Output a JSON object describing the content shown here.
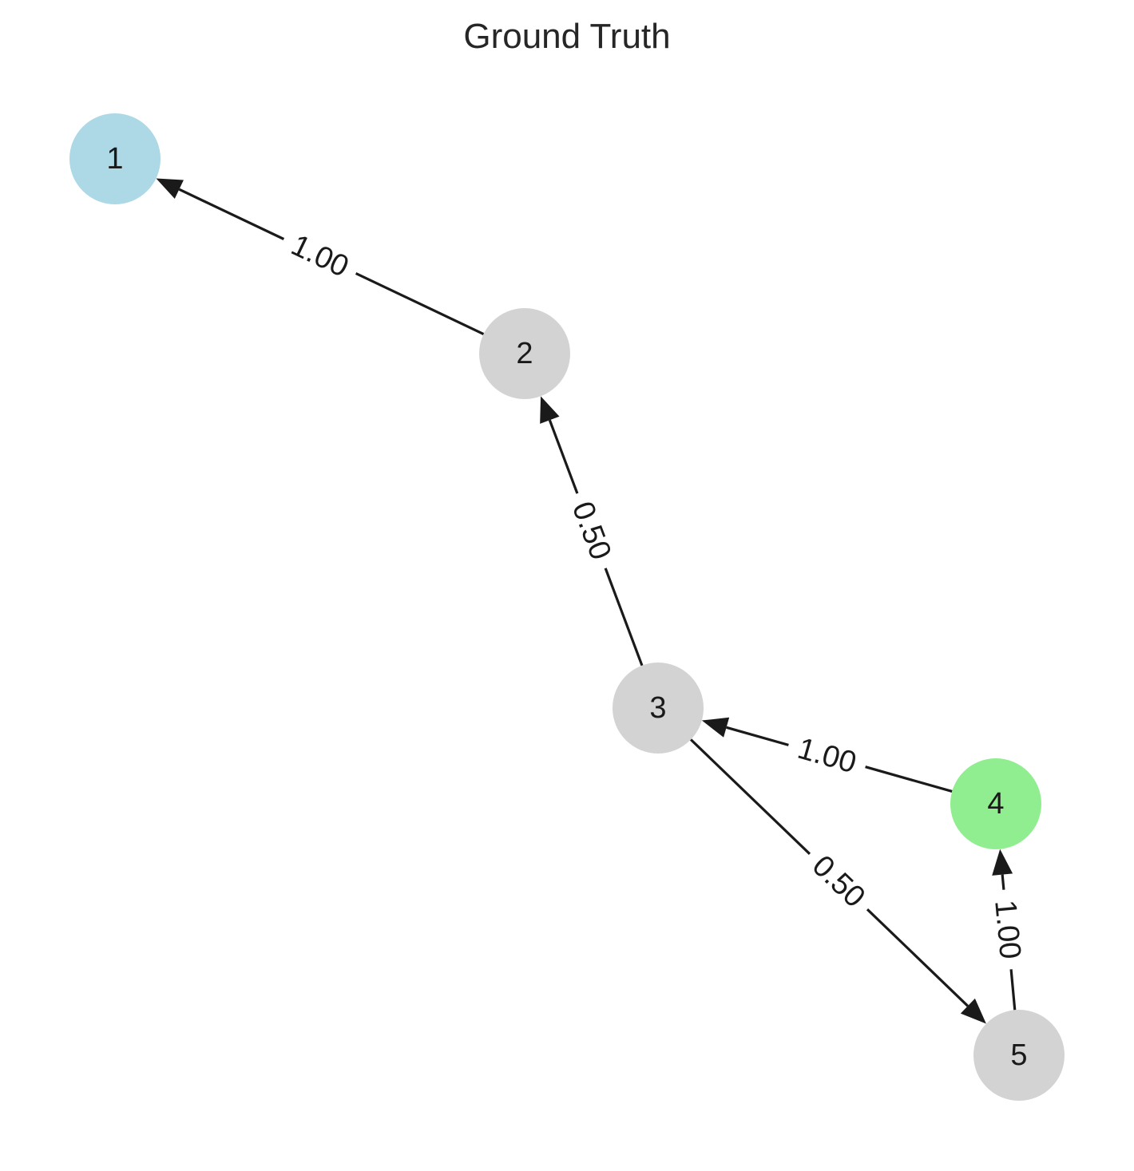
{
  "title": "Ground Truth",
  "nodes": [
    {
      "id": "1",
      "label": "1",
      "color": "#add8e6"
    },
    {
      "id": "2",
      "label": "2",
      "color": "#d3d3d3"
    },
    {
      "id": "3",
      "label": "3",
      "color": "#d3d3d3"
    },
    {
      "id": "4",
      "label": "4",
      "color": "#90ee90"
    },
    {
      "id": "5",
      "label": "5",
      "color": "#d3d3d3"
    }
  ],
  "edges": [
    {
      "from": "2",
      "to": "1",
      "label": "1.00"
    },
    {
      "from": "3",
      "to": "2",
      "label": "0.50"
    },
    {
      "from": "4",
      "to": "3",
      "label": "1.00"
    },
    {
      "from": "3",
      "to": "5",
      "label": "0.50"
    },
    {
      "from": "5",
      "to": "4",
      "label": "1.00"
    }
  ],
  "colors": {
    "edge": "#1a1a1a",
    "text": "#1a1a1a",
    "title": "#262626",
    "background": "#ffffff"
  }
}
